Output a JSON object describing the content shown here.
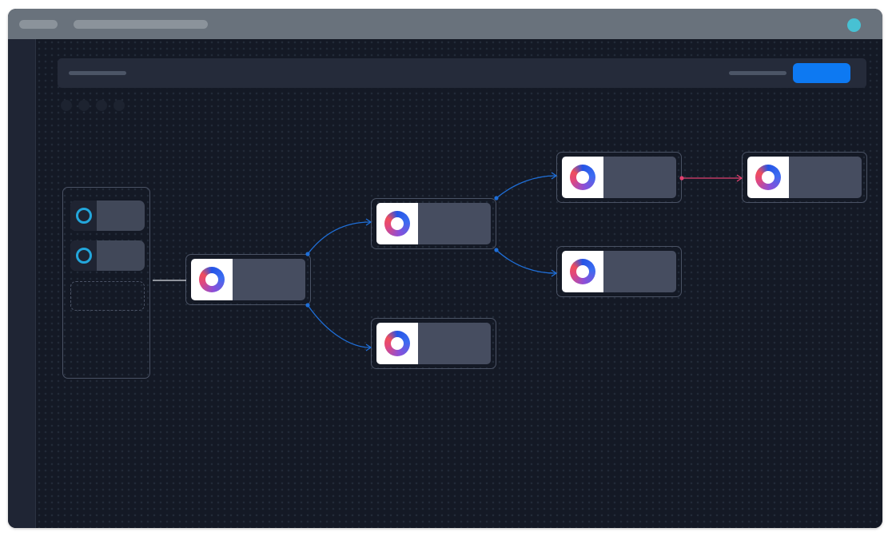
{
  "titlebar": {
    "icons": {
      "status": "status-dot-icon"
    },
    "colors": {
      "status_dot": "#47c1d3"
    }
  },
  "toolbar": {
    "colors": {
      "primary_button": "#0d79f2"
    }
  },
  "palette": {
    "items": [
      {
        "icon": "ring-icon"
      },
      {
        "icon": "ring-icon"
      }
    ],
    "colors": {
      "ring": "#23a6db"
    }
  },
  "flow": {
    "nodes": [
      {
        "id": "node-1",
        "icon": "donut-chart-icon"
      },
      {
        "id": "node-2",
        "icon": "donut-chart-icon"
      },
      {
        "id": "node-3",
        "icon": "donut-chart-icon"
      },
      {
        "id": "node-4",
        "icon": "donut-chart-icon"
      },
      {
        "id": "node-5",
        "icon": "donut-chart-icon"
      },
      {
        "id": "node-6",
        "icon": "donut-chart-icon"
      }
    ],
    "edges": [
      {
        "from": "node-1",
        "to": "node-2",
        "color": "#1f6fd8"
      },
      {
        "from": "node-1",
        "to": "node-3",
        "color": "#1f6fd8"
      },
      {
        "from": "node-2",
        "to": "node-4",
        "color": "#1f6fd8"
      },
      {
        "from": "node-2",
        "to": "node-5",
        "color": "#1f6fd8"
      },
      {
        "from": "node-4",
        "to": "node-6",
        "color": "#e0406f"
      }
    ],
    "colors": {
      "connector": "#d9dde3"
    }
  }
}
